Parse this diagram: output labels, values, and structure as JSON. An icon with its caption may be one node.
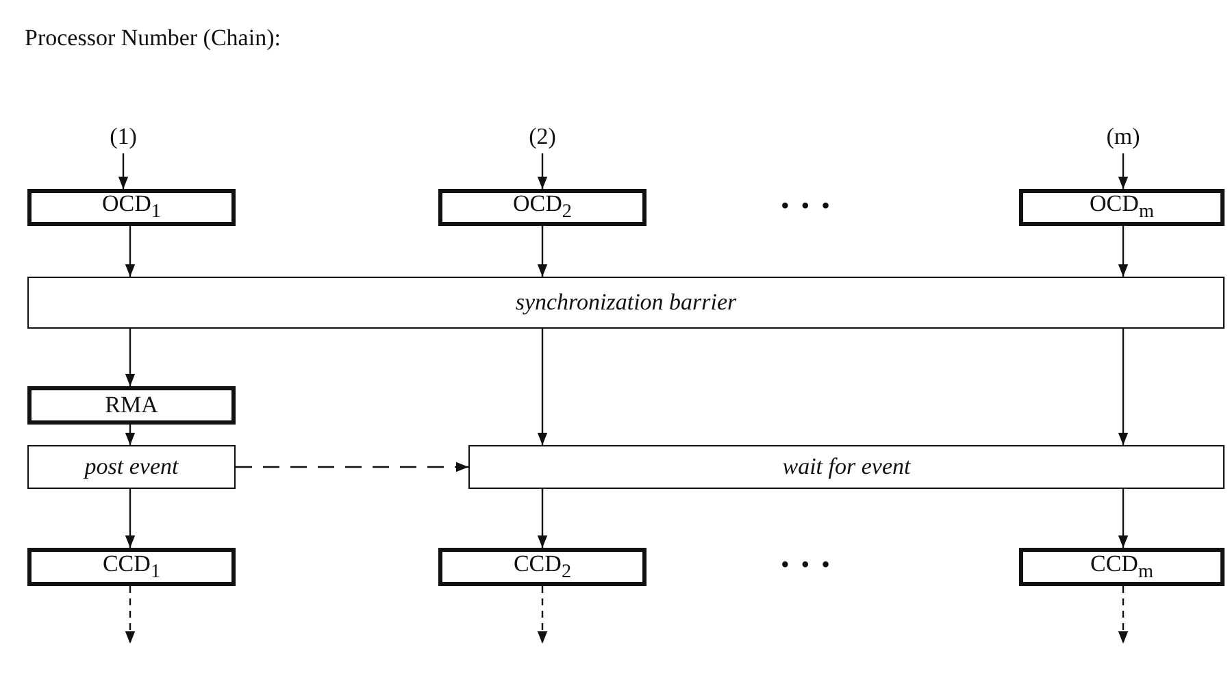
{
  "diagram": {
    "title": "Processor Number (Chain):",
    "nodes": [
      {
        "text": [
          "(1)"
        ]
      },
      {
        "text": [
          "(2)"
        ]
      },
      {
        "text": [
          "(m)"
        ]
      },
      {
        "text": [
          "OCD$_{1}$"
        ]
      },
      {
        "text": [
          "OCD$_{2}$"
        ]
      },
      {
        "text": [
          "OCD$_{m}$"
        ]
      },
      {
        "text": [
          "synchronization barrier"
        ]
      },
      {
        "text": [
          "RMA"
        ]
      },
      {
        "text": [
          "post event"
        ]
      },
      {
        "text": [
          "wait for event"
        ]
      },
      {
        "text": [
          "CCD$_{1}$"
        ]
      },
      {
        "text": [
          "CCD$_{2}$"
        ]
      },
      {
        "text": [
          "CCD$_{m}$"
        ]
      }
    ],
    "edges": [
      {
        "from": 0,
        "to": 3,
        "arrow": "to"
      },
      {
        "from": 1,
        "to": 4,
        "arrow": "to"
      },
      {
        "from": 2,
        "to": 5,
        "arrow": "to"
      },
      {
        "from": 3,
        "to": 6,
        "arrow": "to"
      },
      {
        "from": 4,
        "to": 6,
        "arrow": "to"
      },
      {
        "from": 5,
        "to": 6,
        "arrow": "to"
      },
      {
        "from": 6,
        "to": 7,
        "arrow": "to"
      },
      {
        "from": 6,
        "to": 9,
        "arrow": "to"
      },
      {
        "from": 6,
        "to": 9,
        "arrow": "to"
      },
      {
        "from": 7,
        "to": 8,
        "arrow": "to"
      },
      {
        "from": 8,
        "to": 9,
        "arrow": "to",
        "style": "dashed"
      },
      {
        "from": 8,
        "to": 10,
        "arrow": "to"
      },
      {
        "from": 9,
        "to": 11,
        "arrow": "to"
      },
      {
        "from": 9,
        "to": 12,
        "arrow": "to"
      },
      {
        "from": 10,
        "to": null,
        "arrow": "to",
        "style": "dashed"
      },
      {
        "from": 11,
        "to": null,
        "arrow": "to",
        "style": "dashed"
      },
      {
        "from": 12,
        "to": null,
        "arrow": "to",
        "style": "dashed"
      }
    ],
    "labels": [
      "• • •",
      "• • •"
    ]
  }
}
